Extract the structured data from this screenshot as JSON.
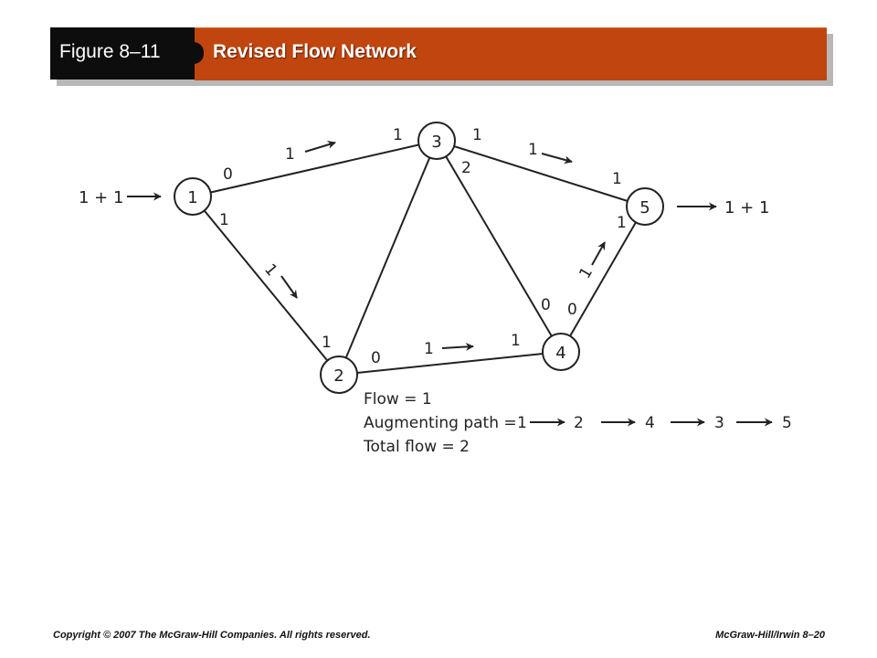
{
  "header": {
    "figure_label": "Figure 8–11",
    "title": "Revised Flow Network"
  },
  "network": {
    "nodes": [
      {
        "id": "1",
        "label": "1"
      },
      {
        "id": "2",
        "label": "2"
      },
      {
        "id": "3",
        "label": "3"
      },
      {
        "id": "4",
        "label": "4"
      },
      {
        "id": "5",
        "label": "5"
      }
    ],
    "edges": [
      {
        "from": "1",
        "to": "3",
        "cap_from": "0",
        "cap_to": "1",
        "flow": "1"
      },
      {
        "from": "1",
        "to": "2",
        "cap_from": "1",
        "cap_to": "1",
        "flow": "1"
      },
      {
        "from": "3",
        "to": "5",
        "cap_from": "1",
        "cap_to": "1",
        "flow": "1"
      },
      {
        "from": "3",
        "to": "2",
        "cap_from": "",
        "cap_to": "",
        "flow": ""
      },
      {
        "from": "3",
        "to": "4",
        "cap_from": "2",
        "cap_to": "0",
        "flow": ""
      },
      {
        "from": "2",
        "to": "4",
        "cap_from": "0",
        "cap_to": "1",
        "flow": "1"
      },
      {
        "from": "4",
        "to": "5",
        "cap_from": "0",
        "cap_to": "1",
        "flow": "1"
      }
    ],
    "source_label": "1 + 1",
    "sink_label": "1 + 1"
  },
  "summary": {
    "flow": "Flow = 1",
    "augmenting_path_label": "Augmenting path = ",
    "augmenting_path": [
      "1",
      "2",
      "4",
      "3",
      "5"
    ],
    "total_flow": "Total flow = 2"
  },
  "footer": {
    "copyright": "Copyright © 2007 The McGraw-Hill Companies. All rights reserved.",
    "publisher": "McGraw-Hill/Irwin  8–20"
  },
  "colors": {
    "header_black": "#0d0d0d",
    "header_orange": "#c0450e",
    "diagram_ink": "#222222"
  }
}
